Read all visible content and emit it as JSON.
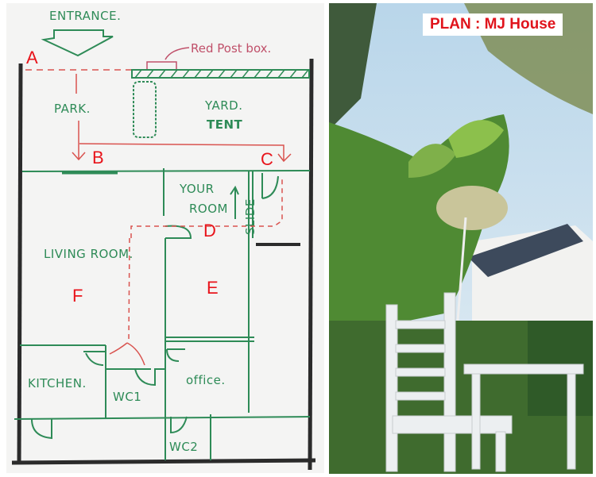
{
  "title": "PLAN : MJ House",
  "plan": {
    "entrance": "ENTRANCE.",
    "post_box": "Red Post box.",
    "park": "PARK.",
    "yard": "YARD.",
    "tent": "TENT",
    "your_room_1": "YOUR",
    "your_room_2": "ROOM",
    "slide": "SLIDE",
    "living_room": "LIVING ROOM.",
    "kitchen": "KITCHEN.",
    "wc1": "WC1",
    "wc2": "WC2",
    "office": "office.",
    "points": {
      "a": "A",
      "b": "B",
      "c": "C",
      "d": "D",
      "e": "E",
      "f": "F"
    }
  },
  "colors": {
    "wall": "#2b2b2b",
    "green": "#2e8b57",
    "red": "#d9534f",
    "label": "#e8141b"
  }
}
